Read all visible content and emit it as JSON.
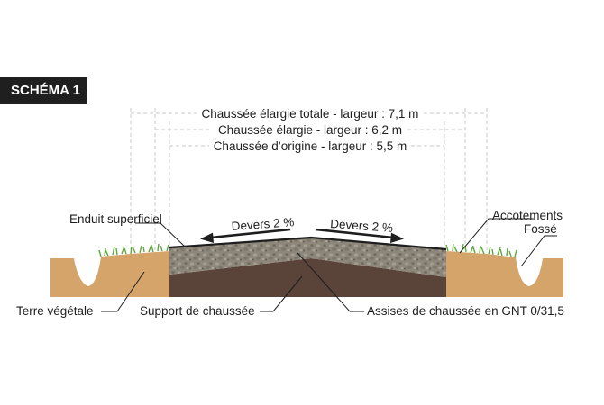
{
  "badge": "SCHÉMA 1",
  "dimensions": {
    "total": "Chaussée élargie totale - largeur : 7,1 m",
    "widened": "Chaussée élargie - largeur : 6,2 m",
    "original": "Chaussée d’origine - largeur : 5,5 m"
  },
  "slopes": {
    "left": "Devers 2 %",
    "right": "Devers 2 %"
  },
  "labels": {
    "enduit": "Enduit superficiel",
    "accotements": "Accotements",
    "fosse": "Fossé",
    "terre": "Terre végétale",
    "support": "Support de chaussée",
    "assises": "Assises de chaussée en GNT 0/31,5"
  },
  "colors": {
    "soil": "#d4a46a",
    "gravel": "#8b8479",
    "subgrade": "#5a4338",
    "grass": "#5fa83a",
    "badge": "#1f1f1f"
  }
}
